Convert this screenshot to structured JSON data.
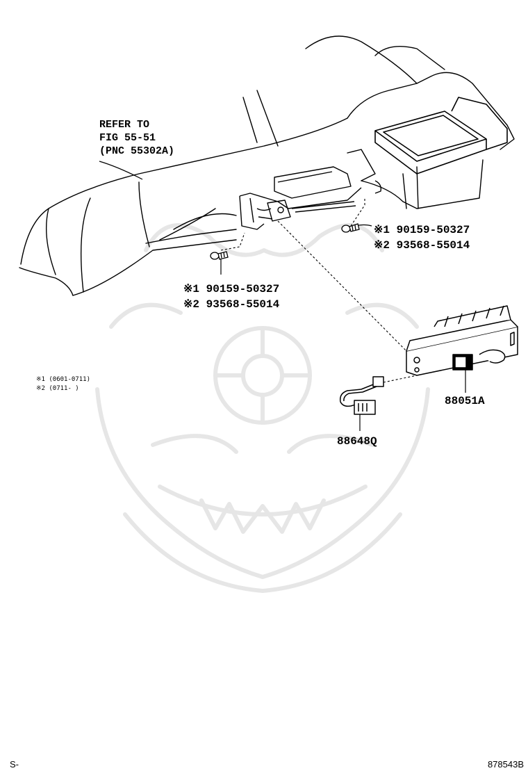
{
  "refer_note": {
    "line1": "REFER TO",
    "line2": "FIG 55-51",
    "line3": "(PNC 55302A)"
  },
  "callouts": {
    "upper_screw": {
      "line1": "※1 90159-50327",
      "line2": "※2 93568-55014"
    },
    "lower_screw": {
      "line1": "※1 90159-50327",
      "line2": "※2 93568-55014"
    }
  },
  "parts": {
    "unit": "88051A",
    "connector": "88648Q"
  },
  "legend": {
    "item1": "※1 (0601-0711)",
    "item2": "※2 (0711-      )"
  },
  "footer": {
    "left": "S-",
    "right": "878543B"
  }
}
